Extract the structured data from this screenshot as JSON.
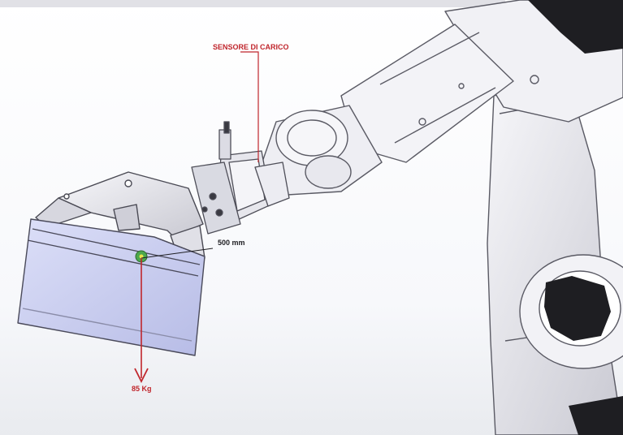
{
  "labels": {
    "sensor": "SENSORE DI CARICO",
    "distance": "500 mm",
    "load": "85 Kg"
  },
  "colors": {
    "annotation_red": "#c0262c",
    "metal": "#e9e9ee",
    "metal_shadow": "#b8b8c2",
    "battery_fill": "#cfd3f4",
    "battery_edge": "#4a4a5a",
    "robot_joint": "#1e1e22",
    "centre_of_mass": "#4ca84c"
  },
  "icons": {
    "centre_of_mass": "centre-of-mass-marker"
  }
}
